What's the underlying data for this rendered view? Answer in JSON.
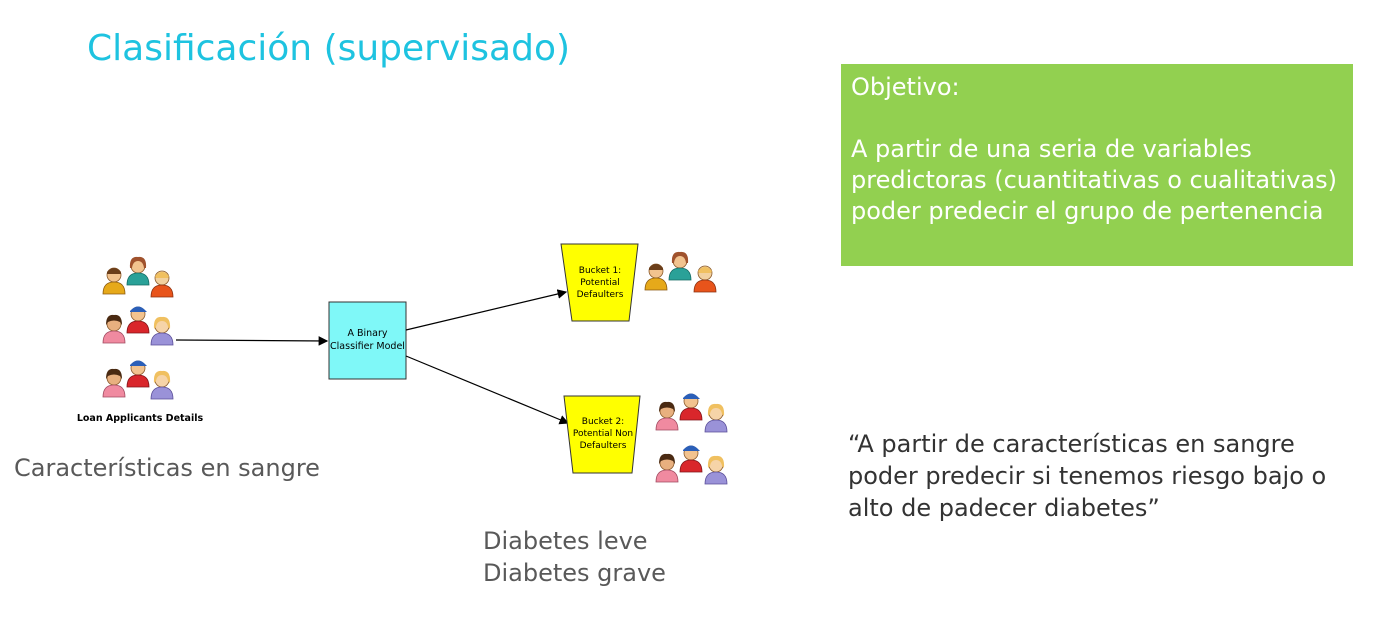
{
  "slide": {
    "title": "Clasificación (supervisado)"
  },
  "objective": {
    "label": "Objetivo:",
    "body": "A partir de una seria de variables predictoras (cuantitativas o cualitativas) poder predecir el grupo de pertenencia"
  },
  "quote": "“A partir de características en sangre poder predecir si tenemos riesgo bajo o alto de padecer diabetes”",
  "blood_caption": "Características en sangre",
  "diabetes": {
    "mild": "Diabetes leve",
    "severe": "Diabetes grave"
  },
  "diagram": {
    "applicants_label": "Loan Applicants Details",
    "model_label_line1": "A Binary",
    "model_label_line2": "Classifier Model",
    "bucket1_line1": "Bucket 1:",
    "bucket1_line2": "Potential",
    "bucket1_line3": "Defaulters",
    "bucket2_line1": "Bucket 2:",
    "bucket2_line2": "Potential Non",
    "bucket2_line3": "Defaulters",
    "colors": {
      "model_fill": "#7ff8f8",
      "bucket_fill": "#ffff00",
      "title": "#1ec3e0",
      "objective_bg": "#92d050"
    }
  }
}
